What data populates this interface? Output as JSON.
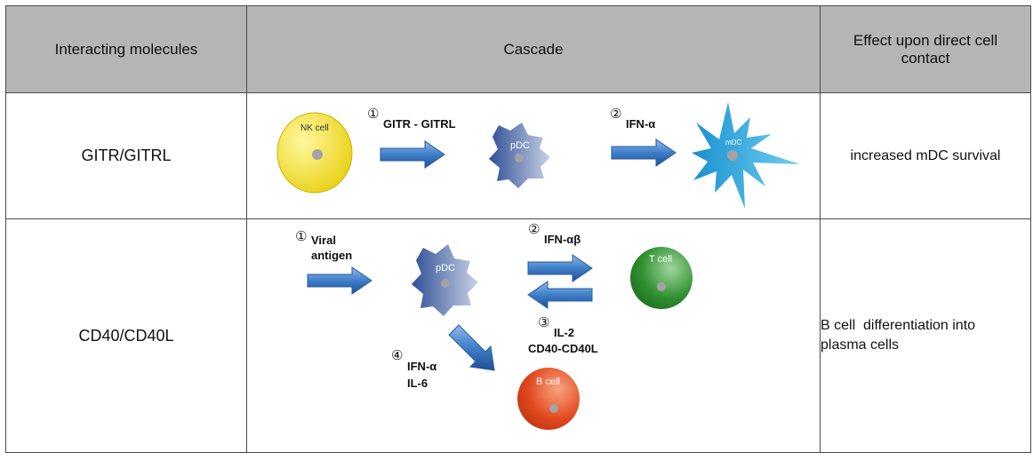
{
  "header": {
    "col1": "Interacting molecules",
    "col2": "Cascade",
    "col3_line1": "Effect upon direct cell",
    "col3_line2": "contact"
  },
  "rows": [
    {
      "molecule": "GITR/GITRL",
      "effect": "increased mDC survival",
      "cells": {
        "nk": "NK cell",
        "pdc": "pDC",
        "mdc": "mDC"
      },
      "steps": [
        {
          "num": "①",
          "label": "GITR - GITRL"
        },
        {
          "num": "②",
          "label": "IFN-α"
        }
      ]
    },
    {
      "molecule": "CD40/CD40L",
      "effect_line1": "B cell  differentiation into",
      "effect_line2": "plasma cells",
      "cells": {
        "pdc": "pDC",
        "tcell": "T cell",
        "bcell": "B cell"
      },
      "steps": [
        {
          "num": "①",
          "line1": "Viral",
          "line2": "antigen"
        },
        {
          "num": "②",
          "line1": "IFN-αβ"
        },
        {
          "num": "③",
          "line1": "IL-2",
          "line2": "CD40-CD40L"
        },
        {
          "num": "④",
          "line1": "IFN-α",
          "line2": "IL-6"
        }
      ]
    }
  ],
  "colors": {
    "header_bg": "#b5b5b5",
    "nk_cell": "#f4e01c",
    "pdc": "#5a70aa",
    "mdc": "#29a6dc",
    "t_cell": "#2d8a2d",
    "b_cell": "#e2491f",
    "arrow": "#3f7fc9"
  }
}
